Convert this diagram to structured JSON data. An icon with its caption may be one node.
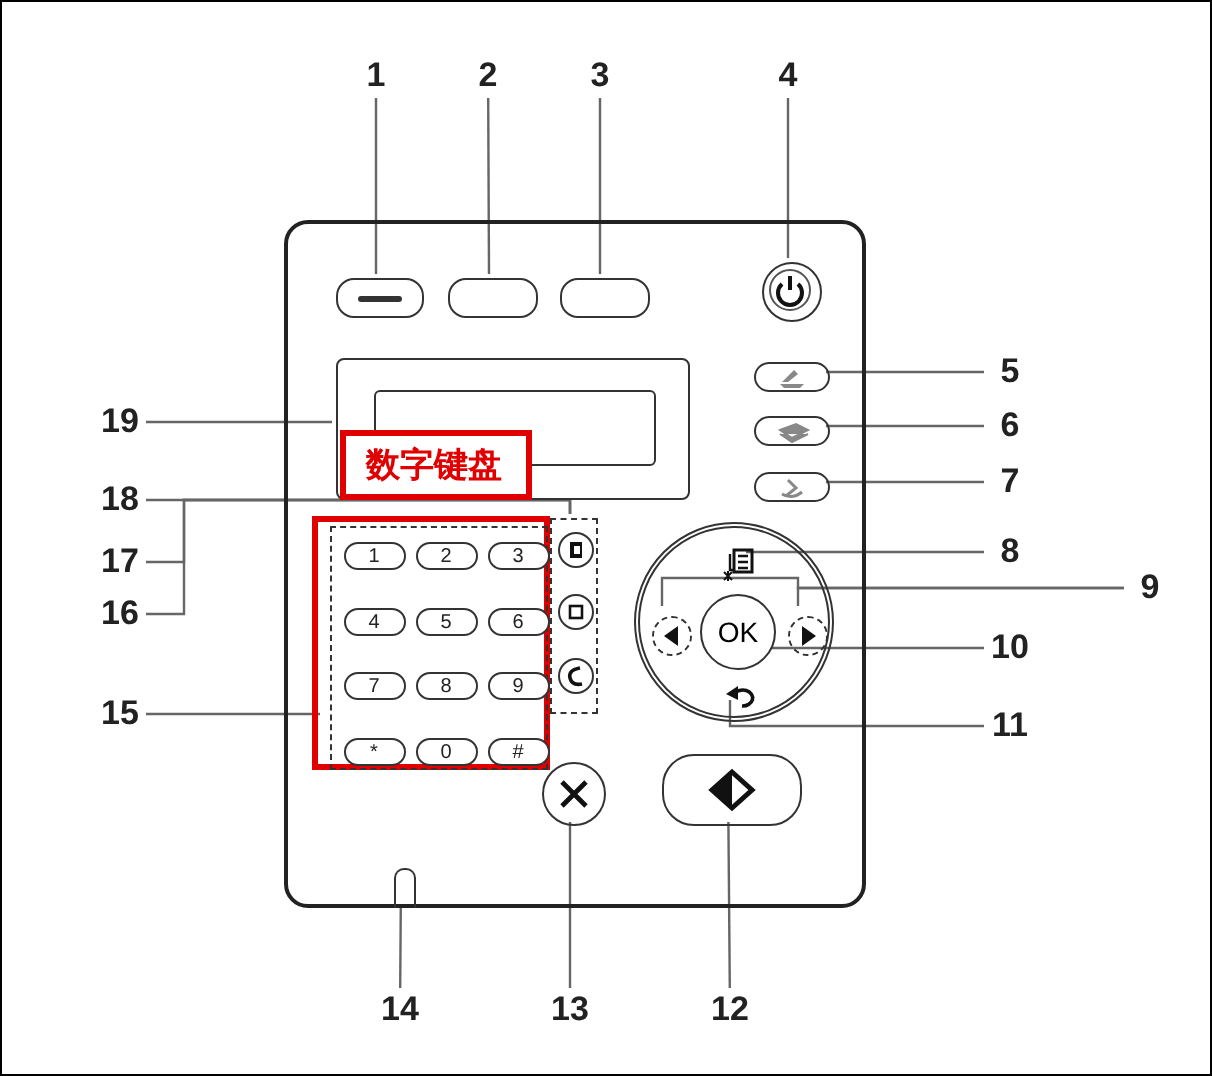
{
  "diagram": {
    "nodes": [
      {
        "text": [
          "1"
        ]
      },
      {
        "text": [
          "2"
        ]
      },
      {
        "text": [
          "3"
        ]
      },
      {
        "text": [
          "4"
        ]
      },
      {
        "text": [
          "5"
        ]
      },
      {
        "text": [
          "6"
        ]
      },
      {
        "text": [
          "7"
        ]
      },
      {
        "text": [
          "8"
        ]
      },
      {
        "text": [
          "9"
        ]
      },
      {
        "text": [
          "10"
        ]
      },
      {
        "text": [
          "11"
        ]
      },
      {
        "text": [
          "12"
        ]
      },
      {
        "text": [
          "13"
        ]
      },
      {
        "text": [
          "14"
        ]
      },
      {
        "text": [
          "15"
        ]
      },
      {
        "text": [
          "16"
        ]
      },
      {
        "text": [
          "17"
        ]
      },
      {
        "text": [
          "18"
        ]
      },
      {
        "text": [
          "19"
        ]
      },
      {
        "text": [],
        "shape": "box"
      },
      {
        "text": [],
        "shape": "box",
        "in": 19
      },
      {
        "text": [],
        "shape": "box",
        "in": 19
      },
      {
        "text": [],
        "shape": "box",
        "in": 19
      },
      {
        "text": [],
        "shape": "circle",
        "in": 19
      },
      {
        "text": [],
        "shape": "box",
        "in": 19
      },
      {
        "text": [],
        "shape": "box",
        "in": 24
      },
      {
        "text": [
          "数字键盘"
        ],
        "in": 24
      },
      {
        "text": [],
        "shape": "box",
        "in": 19
      },
      {
        "text": [],
        "shape": "box",
        "in": 19
      },
      {
        "text": [],
        "shape": "box",
        "in": 19
      },
      {
        "text": [],
        "shape": "circle",
        "in": 19
      },
      {
        "text": [],
        "shape": "icon",
        "in": 30
      },
      {
        "text": [],
        "shape": "circle",
        "in": 30
      },
      {
        "text": [
          "OK"
        ],
        "in": 30
      },
      {
        "text": [],
        "shape": "circle",
        "in": 30
      },
      {
        "text": [],
        "shape": "icon",
        "in": 30
      },
      {
        "text": [],
        "shape": "box",
        "in": 19
      },
      {
        "text": [],
        "shape": "box",
        "in": 36
      },
      {
        "text": [
          "1"
        ],
        "in": 37
      },
      {
        "text": [
          "2"
        ],
        "in": 37
      },
      {
        "text": [
          "3"
        ],
        "in": 37
      },
      {
        "text": [
          "4"
        ],
        "in": 37
      },
      {
        "text": [
          "5"
        ],
        "in": 37
      },
      {
        "text": [
          "6"
        ],
        "in": 37
      },
      {
        "text": [
          "7"
        ],
        "in": 37
      },
      {
        "text": [
          "8"
        ],
        "in": 37
      },
      {
        "text": [
          "9"
        ],
        "in": 37
      },
      {
        "text": [
          "*"
        ],
        "in": 37
      },
      {
        "text": [
          "0"
        ],
        "in": 37
      },
      {
        "text": [
          "#"
        ],
        "in": 37
      },
      {
        "text": [],
        "shape": "box",
        "in": 19
      },
      {
        "text": [],
        "shape": "circle",
        "in": 50
      },
      {
        "text": [],
        "shape": "circle",
        "in": 50
      },
      {
        "text": [],
        "shape": "circle",
        "in": 50
      },
      {
        "text": [],
        "shape": "circle",
        "in": 19
      },
      {
        "text": [],
        "shape": "box",
        "in": 19
      },
      {
        "text": [],
        "shape": "box",
        "in": 19
      }
    ],
    "edges": [
      {
        "from": 0,
        "to": 20,
        "arrow": "none"
      },
      {
        "from": 1,
        "to": 21,
        "arrow": "none"
      },
      {
        "from": 2,
        "to": 22,
        "arrow": "none"
      },
      {
        "from": 3,
        "to": 23,
        "arrow": "none"
      },
      {
        "from": 4,
        "to": 27,
        "arrow": "none"
      },
      {
        "from": 5,
        "to": 28,
        "arrow": "none"
      },
      {
        "from": 6,
        "to": 29,
        "arrow": "none"
      },
      {
        "from": 7,
        "to": 31,
        "arrow": "none"
      },
      {
        "from": 8,
        "to": 32,
        "arrow": "none"
      },
      {
        "from": 8,
        "to": 34,
        "arrow": "none"
      },
      {
        "from": 9,
        "to": 33,
        "arrow": "none"
      },
      {
        "from": 10,
        "to": 35,
        "arrow": "none"
      },
      {
        "from": 11,
        "to": 55,
        "arrow": "none"
      },
      {
        "from": 12,
        "to": 54,
        "arrow": "none"
      },
      {
        "from": 13,
        "to": 56,
        "arrow": "none"
      },
      {
        "from": 14,
        "to": 37,
        "arrow": "none"
      },
      {
        "from": 15,
        "to": 50,
        "arrow": "none"
      },
      {
        "from": 16,
        "to": 50,
        "arrow": "none"
      },
      {
        "from": 17,
        "to": 50,
        "arrow": "none"
      },
      {
        "from": 18,
        "to": 24,
        "arrow": "none"
      }
    ]
  }
}
